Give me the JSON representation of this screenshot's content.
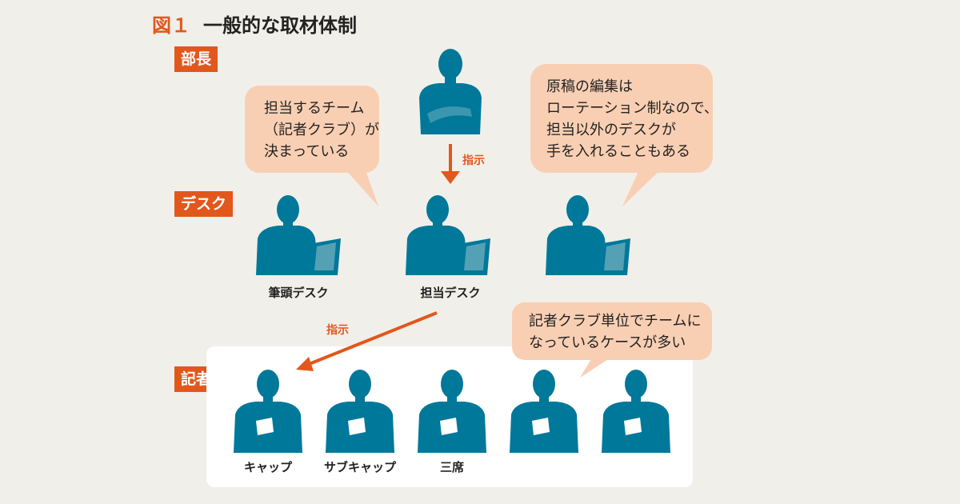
{
  "header": {
    "figure_number": "図１",
    "title": "一般的な取材体制"
  },
  "roles": {
    "manager": "部長",
    "desk": "デスク",
    "reporter": "記者"
  },
  "bubbles": {
    "team": "担当するチーム\n（記者クラブ）が\n決まっている",
    "rotation": "原稿の編集は\nローテーション制なので、\n担当以外のデスクが\n手を入れることもある",
    "club": "記者クラブ単位でチームに\nなっているケースが多い"
  },
  "arrows": {
    "to_desk": "指示",
    "to_reporter": "指示"
  },
  "desks": [
    "筆頭デスク",
    "担当デスク",
    ""
  ],
  "reporters": [
    "キャップ",
    "サブキャップ",
    "三席",
    "",
    ""
  ],
  "colors": {
    "accent": "#e2571c",
    "figure": "#00789a",
    "bubble": "#f9cfb3",
    "background": "#f1efe9"
  }
}
